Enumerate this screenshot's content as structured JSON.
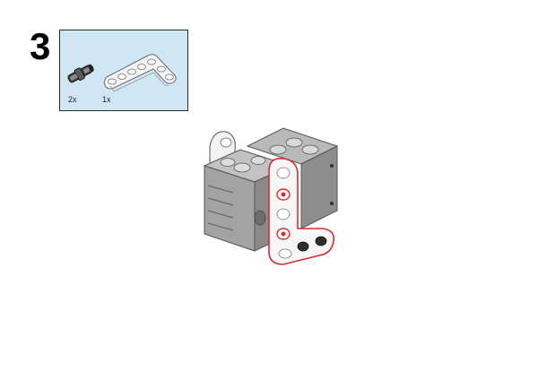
{
  "step": {
    "number": "3"
  },
  "parts": [
    {
      "quantity": "2x",
      "icon": "connector-pin-icon"
    },
    {
      "quantity": "1x",
      "icon": "l-beam-icon"
    }
  ],
  "colors": {
    "panel_bg": "#cfe6f5",
    "highlight": "#d92b2b",
    "block_gray": "#a9a9a9",
    "beam_white": "#f4f4f4"
  }
}
